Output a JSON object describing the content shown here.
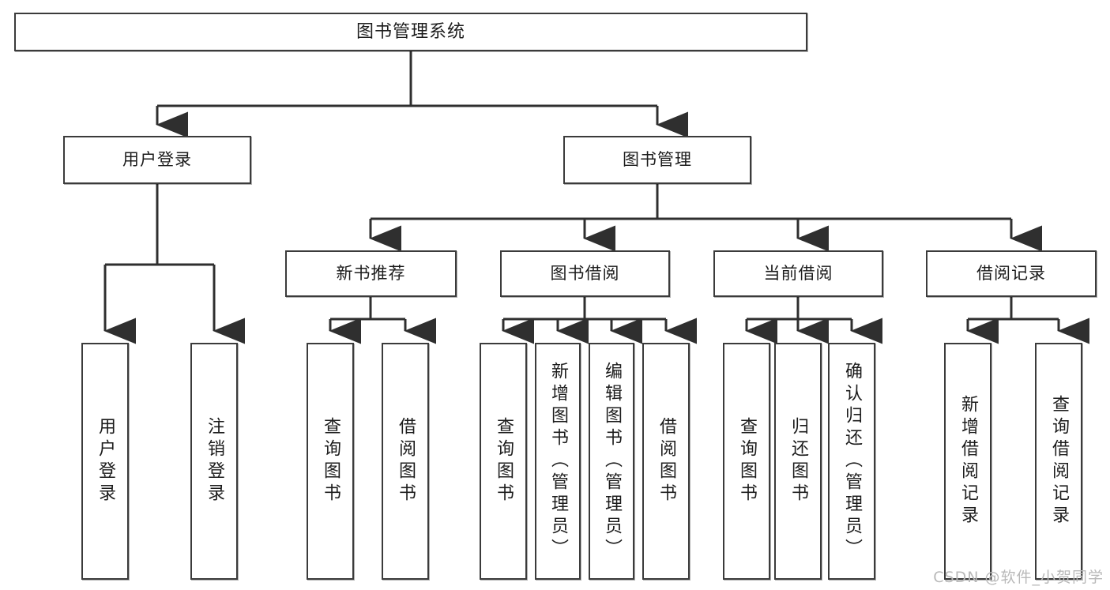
{
  "diagram": {
    "title": "图书管理系统",
    "type": "tree-hierarchy",
    "watermark": "CSDN @软件_小贺同学",
    "colors": {
      "box_border": "#3b3b3b",
      "box_fill": "#ffffff",
      "edge": "#2f2f2f",
      "text": "#1c1c1c",
      "watermark": "#b9b9b9"
    },
    "nodes": {
      "root": {
        "label": "图书管理系统"
      },
      "level2": [
        {
          "id": "user-login",
          "label": "用户登录"
        },
        {
          "id": "book-manage",
          "label": "图书管理"
        }
      ],
      "level3": [
        {
          "id": "new-book-recommend",
          "label": "新书推荐"
        },
        {
          "id": "book-borrow",
          "label": "图书借阅"
        },
        {
          "id": "current-borrow",
          "label": "当前借阅"
        },
        {
          "id": "borrow-record",
          "label": "借阅记录"
        }
      ],
      "leaves": {
        "user-login": [
          {
            "id": "leaf-user-login",
            "label": "用户登录"
          },
          {
            "id": "leaf-user-logout",
            "label": "注销登录"
          }
        ],
        "new-book-recommend": [
          {
            "id": "leaf-query-book-1",
            "label": "查询图书"
          },
          {
            "id": "leaf-borrow-book-1",
            "label": "借阅图书"
          }
        ],
        "book-borrow": [
          {
            "id": "leaf-query-book-2",
            "label": "查询图书"
          },
          {
            "id": "leaf-add-book",
            "label": "新增图书（管理员）"
          },
          {
            "id": "leaf-edit-book",
            "label": "编辑图书（管理员）"
          },
          {
            "id": "leaf-borrow-book-2",
            "label": "借阅图书"
          }
        ],
        "current-borrow": [
          {
            "id": "leaf-query-book-3",
            "label": "查询图书"
          },
          {
            "id": "leaf-return-book",
            "label": "归还图书"
          },
          {
            "id": "leaf-confirm-return",
            "label": "确认归还（管理员）"
          }
        ],
        "borrow-record": [
          {
            "id": "leaf-add-record",
            "label": "新增借阅记录"
          },
          {
            "id": "leaf-query-record",
            "label": "查询借阅记录"
          }
        ]
      }
    }
  }
}
